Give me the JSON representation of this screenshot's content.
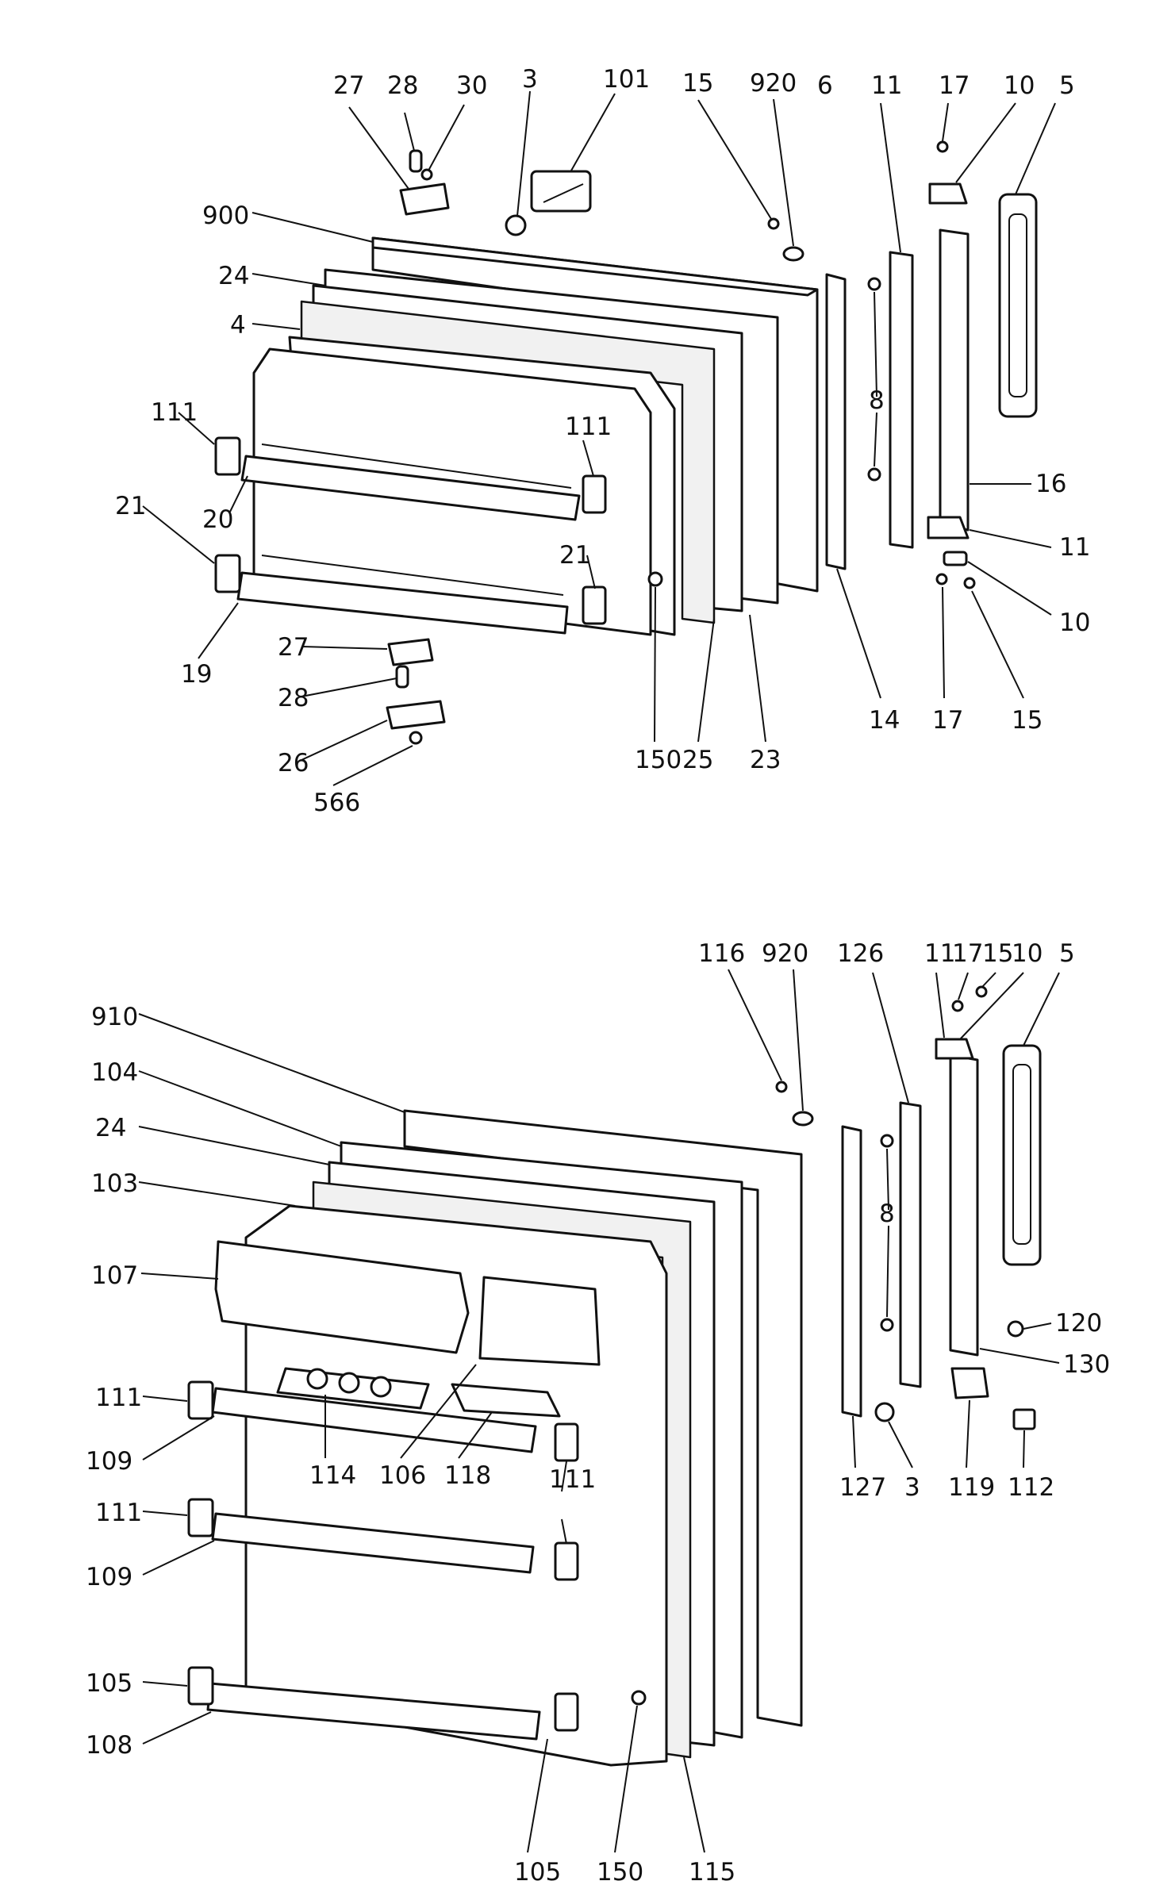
{
  "diagram": {
    "upper_assembly": {
      "labels": [
        "27",
        "28",
        "30",
        "3",
        "101",
        "15",
        "920",
        "6",
        "11",
        "17",
        "10",
        "5",
        "900",
        "24",
        "4",
        "111",
        "20",
        "21",
        "19",
        "111",
        "21",
        "27",
        "28",
        "26",
        "566",
        "150",
        "25",
        "23",
        "8",
        "16",
        "11",
        "10",
        "14",
        "17",
        "15"
      ]
    },
    "lower_assembly": {
      "labels": [
        "116",
        "920",
        "126",
        "11",
        "17",
        "15",
        "10",
        "5",
        "910",
        "104",
        "24",
        "103",
        "107",
        "111",
        "109",
        "114",
        "106",
        "118",
        "111",
        "111",
        "109",
        "105",
        "108",
        "105",
        "150",
        "115",
        "8",
        "120",
        "130",
        "127",
        "3",
        "119",
        "112"
      ]
    }
  }
}
